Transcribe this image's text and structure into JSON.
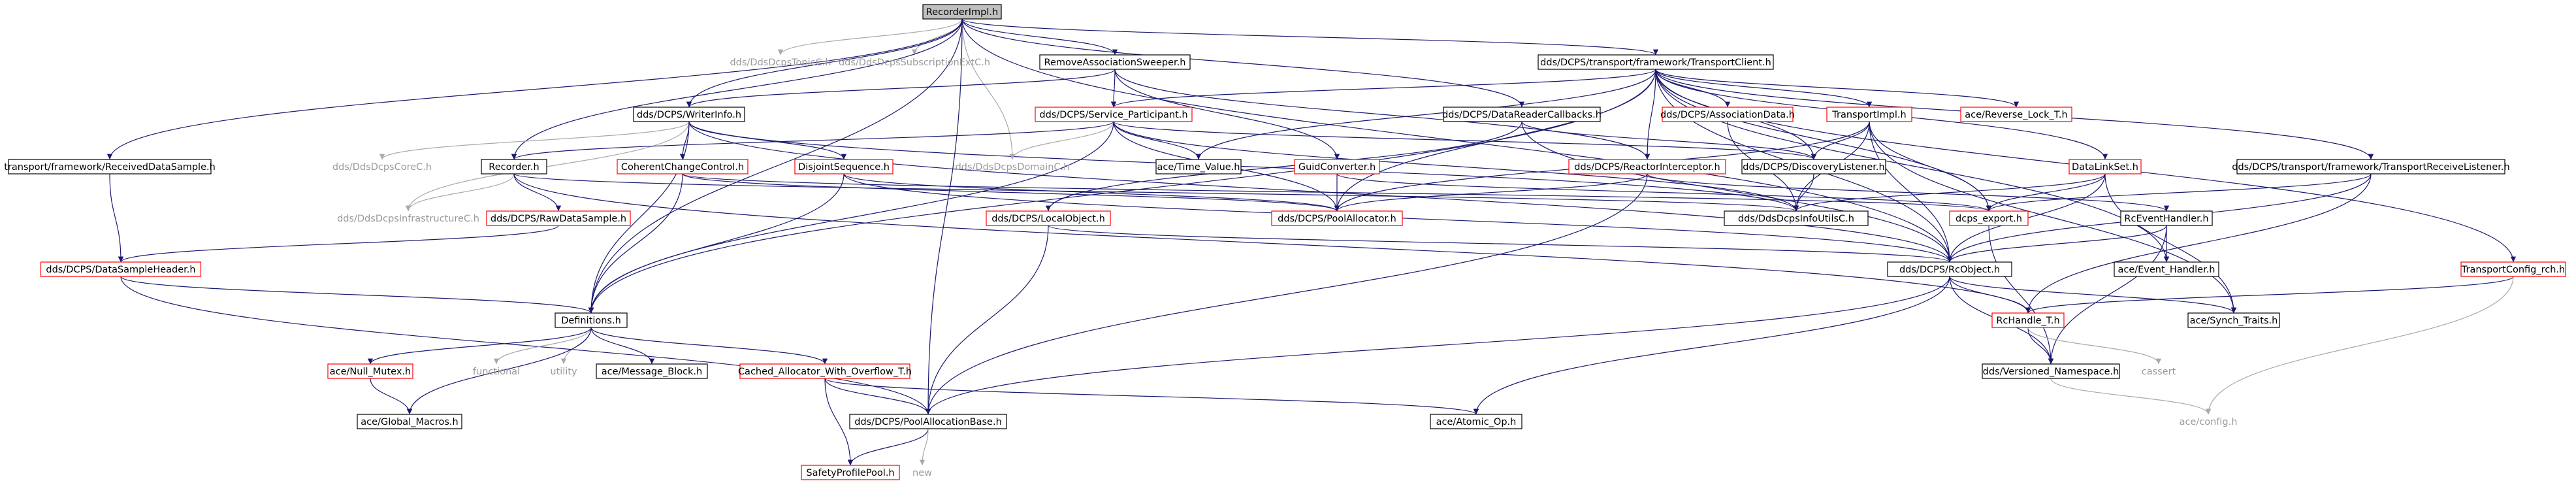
{
  "title": "RecorderImpl.h",
  "colors": {
    "edge": "#191970",
    "edge_gray": "#a9a9a9",
    "border_black": "#000000",
    "border_red": "#ff0000",
    "root_fill": "#bfbfbf",
    "text_gray": "#9a9a9a"
  },
  "nodes": [
    {
      "id": "root",
      "label": "RecorderImpl.h",
      "style": "root"
    },
    {
      "id": "topicc",
      "label": "dds/DdsDcpsTopicC.h",
      "style": "plain"
    },
    {
      "id": "subext",
      "label": "dds/DdsDcpsSubscriptionExtC.h",
      "style": "plain"
    },
    {
      "id": "ras",
      "label": "RemoveAssociationSweeper.h",
      "style": "black"
    },
    {
      "id": "tc",
      "label": "dds/DCPS/transport/framework/TransportClient.h",
      "style": "black"
    },
    {
      "id": "writerinfo",
      "label": "dds/DCPS/WriterInfo.h",
      "style": "black"
    },
    {
      "id": "sp",
      "label": "dds/DCPS/Service_Participant.h",
      "style": "red"
    },
    {
      "id": "drc",
      "label": "dds/DCPS/DataReaderCallbacks.h",
      "style": "black"
    },
    {
      "id": "assocdata",
      "label": "dds/DCPS/AssociationData.h",
      "style": "red"
    },
    {
      "id": "timpl",
      "label": "TransportImpl.h",
      "style": "red"
    },
    {
      "id": "revlock",
      "label": "ace/Reverse_Lock_T.h",
      "style": "red"
    },
    {
      "id": "rds",
      "label": "transport/framework/ReceivedDataSample.h",
      "style": "black"
    },
    {
      "id": "corec",
      "label": "dds/DdsDcpsCoreC.h",
      "style": "plain"
    },
    {
      "id": "recorder",
      "label": "Recorder.h",
      "style": "black"
    },
    {
      "id": "ccc",
      "label": "CoherentChangeControl.h",
      "style": "red"
    },
    {
      "id": "disjoint",
      "label": "DisjointSequence.h",
      "style": "red"
    },
    {
      "id": "domainc",
      "label": "dds/DdsDcpsDomainC.h",
      "style": "plain"
    },
    {
      "id": "timevalue",
      "label": "ace/Time_Value.h",
      "style": "black"
    },
    {
      "id": "reactorint",
      "label": "dds/DCPS/ReactorInterceptor.h",
      "style": "red"
    },
    {
      "id": "disclistener",
      "label": "dds/DCPS/DiscoveryListener.h",
      "style": "black"
    },
    {
      "id": "dlset",
      "label": "DataLinkSet.h",
      "style": "red"
    },
    {
      "id": "trl",
      "label": "dds/DCPS/transport/framework/TransportReceiveListener.h",
      "style": "black"
    },
    {
      "id": "guidconv",
      "label": "GuidConverter.h",
      "style": "red"
    },
    {
      "id": "infrac",
      "label": "dds/DdsDcpsInfrastructureC.h",
      "style": "plain"
    },
    {
      "id": "rawds",
      "label": "dds/DCPS/RawDataSample.h",
      "style": "red"
    },
    {
      "id": "poolalloc",
      "label": "dds/DCPS/PoolAllocator.h",
      "style": "red"
    },
    {
      "id": "localobj",
      "label": "dds/DCPS/LocalObject.h",
      "style": "red"
    },
    {
      "id": "infoutils",
      "label": "dds/DdsDcpsInfoUtilsC.h",
      "style": "black"
    },
    {
      "id": "dcpsexport",
      "label": "dcps_export.h",
      "style": "red"
    },
    {
      "id": "rceh",
      "label": "RcEventHandler.h",
      "style": "black"
    },
    {
      "id": "rcobject",
      "label": "dds/DCPS/RcObject.h",
      "style": "black"
    },
    {
      "id": "tcrch",
      "label": "TransportConfig_rch.h",
      "style": "red"
    },
    {
      "id": "dsh",
      "label": "dds/DCPS/DataSampleHeader.h",
      "style": "red"
    },
    {
      "id": "eventhandler",
      "label": "ace/Event_Handler.h",
      "style": "black"
    },
    {
      "id": "definitions",
      "label": "Definitions.h",
      "style": "black"
    },
    {
      "id": "rchandle",
      "label": "RcHandle_T.h",
      "style": "red"
    },
    {
      "id": "synchtraits",
      "label": "ace/Synch_Traits.h",
      "style": "black"
    },
    {
      "id": "nullmutex",
      "label": "ace/Null_Mutex.h",
      "style": "red"
    },
    {
      "id": "functional",
      "label": "functional",
      "style": "plain"
    },
    {
      "id": "utility",
      "label": "utility",
      "style": "plain"
    },
    {
      "id": "msgblock",
      "label": "ace/Message_Block.h",
      "style": "black"
    },
    {
      "id": "cached",
      "label": "Cached_Allocator_With_Overflow_T.h",
      "style": "red"
    },
    {
      "id": "versioned",
      "label": "dds/Versioned_Namespace.h",
      "style": "black"
    },
    {
      "id": "cassert",
      "label": "cassert",
      "style": "plain"
    },
    {
      "id": "globalmacros",
      "label": "ace/Global_Macros.h",
      "style": "black"
    },
    {
      "id": "poolallocbase",
      "label": "dds/DCPS/PoolAllocationBase.h",
      "style": "black"
    },
    {
      "id": "atomicop",
      "label": "ace/Atomic_Op.h",
      "style": "black"
    },
    {
      "id": "aceconfig",
      "label": "ace/config.h",
      "style": "plain"
    },
    {
      "id": "safety",
      "label": "SafetyProfilePool.h",
      "style": "red"
    },
    {
      "id": "new",
      "label": "new",
      "style": "plain"
    }
  ],
  "edges": [
    [
      "root",
      "topicc"
    ],
    [
      "root",
      "subext"
    ],
    [
      "root",
      "ras"
    ],
    [
      "root",
      "tc"
    ],
    [
      "root",
      "writerinfo"
    ],
    [
      "root",
      "rds"
    ],
    [
      "root",
      "recorder"
    ],
    [
      "root",
      "domainc"
    ],
    [
      "root",
      "drc"
    ],
    [
      "root",
      "definitions"
    ],
    [
      "root",
      "poolallocbase"
    ],
    [
      "root",
      "rcobject"
    ],
    [
      "ras",
      "sp"
    ],
    [
      "ras",
      "writerinfo"
    ],
    [
      "ras",
      "guidconv"
    ],
    [
      "ras",
      "reactorint"
    ],
    [
      "tc",
      "sp"
    ],
    [
      "tc",
      "timevalue"
    ],
    [
      "tc",
      "assocdata"
    ],
    [
      "tc",
      "timpl"
    ],
    [
      "tc",
      "revlock"
    ],
    [
      "tc",
      "reactorint"
    ],
    [
      "tc",
      "dlset"
    ],
    [
      "tc",
      "trl"
    ],
    [
      "tc",
      "tcrch"
    ],
    [
      "tc",
      "poolalloc"
    ],
    [
      "tc",
      "dcpsexport"
    ],
    [
      "tc",
      "rcobject"
    ],
    [
      "tc",
      "eventhandler"
    ],
    [
      "tc",
      "definitions"
    ],
    [
      "tc",
      "disclistener"
    ],
    [
      "writerinfo",
      "corec"
    ],
    [
      "writerinfo",
      "ccc"
    ],
    [
      "writerinfo",
      "disjoint"
    ],
    [
      "writerinfo",
      "infrac"
    ],
    [
      "writerinfo",
      "definitions"
    ],
    [
      "writerinfo",
      "infoutils"
    ],
    [
      "writerinfo",
      "rcobject"
    ],
    [
      "sp",
      "recorder"
    ],
    [
      "sp",
      "domainc"
    ],
    [
      "sp",
      "timevalue"
    ],
    [
      "sp",
      "disclistener"
    ],
    [
      "sp",
      "poolalloc"
    ],
    [
      "sp",
      "infoutils"
    ],
    [
      "sp",
      "definitions"
    ],
    [
      "drc",
      "disclistener"
    ],
    [
      "drc",
      "rcobject"
    ],
    [
      "drc",
      "localobj"
    ],
    [
      "assocdata",
      "infoutils"
    ],
    [
      "timpl",
      "disclistener"
    ],
    [
      "timpl",
      "poolalloc"
    ],
    [
      "timpl",
      "dcpsexport"
    ],
    [
      "timpl",
      "rcobject"
    ],
    [
      "timpl",
      "synchtraits"
    ],
    [
      "timpl",
      "infoutils"
    ],
    [
      "rds",
      "dsh"
    ],
    [
      "recorder",
      "infrac"
    ],
    [
      "recorder",
      "rawds"
    ],
    [
      "recorder",
      "infoutils"
    ],
    [
      "recorder",
      "rchandle"
    ],
    [
      "ccc",
      "poolalloc"
    ],
    [
      "ccc",
      "definitions"
    ],
    [
      "ccc",
      "dcpsexport"
    ],
    [
      "disjoint",
      "poolalloc"
    ],
    [
      "disjoint",
      "definitions"
    ],
    [
      "disjoint",
      "rcobject"
    ],
    [
      "reactorint",
      "poolalloc"
    ],
    [
      "reactorint",
      "rceh"
    ],
    [
      "reactorint",
      "poolallocbase"
    ],
    [
      "disclistener",
      "infoutils"
    ],
    [
      "dlset",
      "infoutils"
    ],
    [
      "dlset",
      "dcpsexport"
    ],
    [
      "dlset",
      "rcobject"
    ],
    [
      "dlset",
      "synchtraits"
    ],
    [
      "trl",
      "dcpsexport"
    ],
    [
      "trl",
      "rchandle"
    ],
    [
      "trl",
      "rcobject"
    ],
    [
      "guidconv",
      "poolalloc"
    ],
    [
      "guidconv",
      "dcpsexport"
    ],
    [
      "rawds",
      "dsh"
    ],
    [
      "localobj",
      "rcobject"
    ],
    [
      "localobj",
      "poolallocbase"
    ],
    [
      "dcpsexport",
      "versioned"
    ],
    [
      "rceh",
      "eventhandler"
    ],
    [
      "rceh",
      "rcobject"
    ],
    [
      "rceh",
      "versioned"
    ],
    [
      "rcobject",
      "rchandle"
    ],
    [
      "rcobject",
      "synchtraits"
    ],
    [
      "rcobject",
      "versioned"
    ],
    [
      "rcobject",
      "atomicop"
    ],
    [
      "rcobject",
      "poolallocbase"
    ],
    [
      "tcrch",
      "rchandle"
    ],
    [
      "tcrch",
      "aceconfig"
    ],
    [
      "dsh",
      "definitions"
    ],
    [
      "dsh",
      "poolallocbase"
    ],
    [
      "definitions",
      "nullmutex"
    ],
    [
      "definitions",
      "functional"
    ],
    [
      "definitions",
      "utility"
    ],
    [
      "definitions",
      "msgblock"
    ],
    [
      "definitions",
      "cached"
    ],
    [
      "definitions",
      "globalmacros"
    ],
    [
      "rchandle",
      "versioned"
    ],
    [
      "rchandle",
      "cassert"
    ],
    [
      "nullmutex",
      "globalmacros"
    ],
    [
      "cached",
      "poolallocbase"
    ],
    [
      "cached",
      "safety"
    ],
    [
      "cached",
      "atomicop"
    ],
    [
      "versioned",
      "aceconfig"
    ],
    [
      "poolallocbase",
      "safety"
    ],
    [
      "poolallocbase",
      "new"
    ]
  ]
}
